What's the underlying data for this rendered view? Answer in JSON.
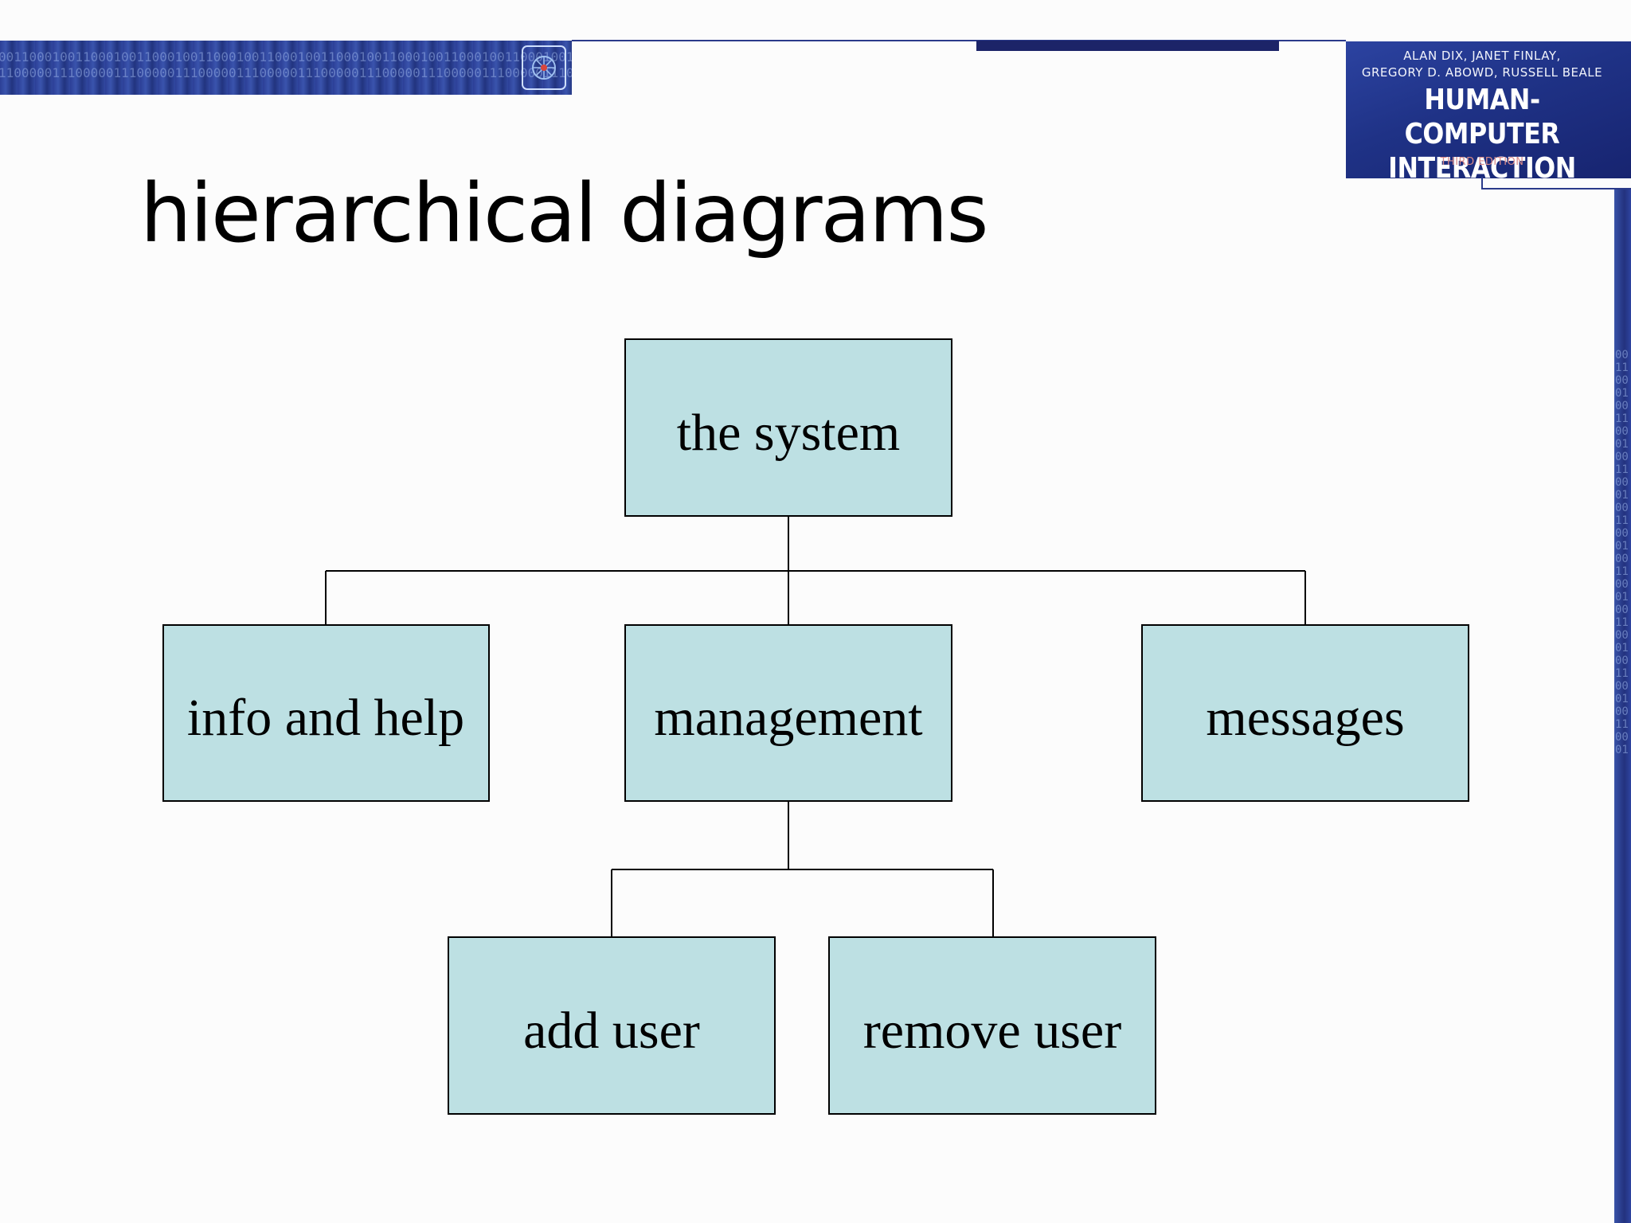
{
  "slide": {
    "title": "hierarchical diagrams"
  },
  "book": {
    "authors_line1": "ALAN DIX, JANET FINLAY,",
    "authors_line2": "GREGORY D. ABOWD, RUSSELL BEALE",
    "title_line1": "HUMAN-COMPUTER",
    "title_line2": "INTERACTION",
    "edition": "THIRD EDITION"
  },
  "banner": {
    "binary_row1": "0011000100110001001100010011000100110001001100010011000100110001001100010011000100110001",
    "binary_row2": "1100000111000001110000011100000111000001110000011100000111000001110000011100000111000001",
    "strip_digits": "0011000100110001001100010011000100110001001100010011000100110001"
  },
  "diagram": {
    "box_fill": "#bde0e3",
    "box_stroke": "#000000",
    "line_color": "#000000",
    "root": {
      "label": "the system"
    },
    "children": [
      {
        "label": "info and help"
      },
      {
        "label": "management",
        "children": [
          {
            "label": "add user"
          },
          {
            "label": "remove user"
          }
        ]
      },
      {
        "label": "messages"
      }
    ]
  },
  "colors": {
    "brand_blue": "#1f3286",
    "edition_red": "#d88a8a",
    "background": "#fcfcfc"
  }
}
